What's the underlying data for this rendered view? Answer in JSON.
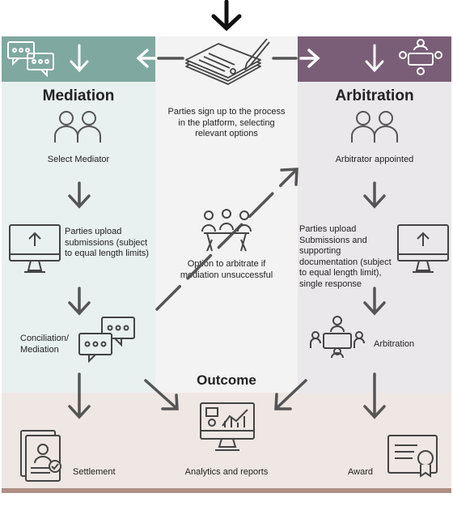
{
  "mediation": {
    "title": "Mediation",
    "step1": "Select Mediator",
    "step2": "Parties upload submissions (subject to equal length limits)",
    "step3": "Conciliation/ Mediation",
    "result": "Settlement"
  },
  "center": {
    "signup": "Parties sign up to the process in the platform, selecting relevant options",
    "option": "Option to arbitrate if mediation unsuccessful"
  },
  "arbitration": {
    "title": "Arbitration",
    "step1": "Arbitrator appointed",
    "step2": "Parties upload Submissions and supporting documentation (subject to equal length limit), single response",
    "step3": "Arbitration",
    "result": "Award"
  },
  "outcome": {
    "title": "Outcome",
    "label": "Analytics and reports"
  },
  "colors": {
    "mediation_band": "#7fa8a0",
    "arbitration_band": "#7a5e77",
    "mediation_bg": "#e9f0f0",
    "center_bg": "#f3f3f3",
    "arbitration_bg": "#ebe8ec",
    "outcome_bg": "#efe7e4",
    "icon_stroke": "#555555"
  }
}
